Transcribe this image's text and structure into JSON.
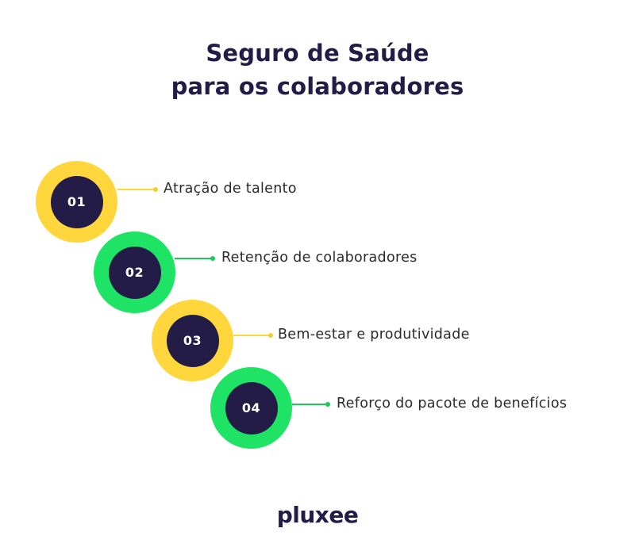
{
  "header": {
    "title_line1": "Seguro de Saúde",
    "title_line2": "para os colaboradores"
  },
  "colors": {
    "navy": "#221c46",
    "yellow": "#ffd73c",
    "green": "#1ee364",
    "background": "#ffffff"
  },
  "steps": [
    {
      "number": "01",
      "label": "Atração de talento",
      "color": "yellow"
    },
    {
      "number": "02",
      "label": "Retenção de colaboradores",
      "color": "green"
    },
    {
      "number": "03",
      "label": "Bem-estar e produtividade",
      "color": "yellow"
    },
    {
      "number": "04",
      "label": "Reforço do pacote de benefícios",
      "color": "green"
    }
  ],
  "footer": {
    "brand": "pluxee"
  }
}
